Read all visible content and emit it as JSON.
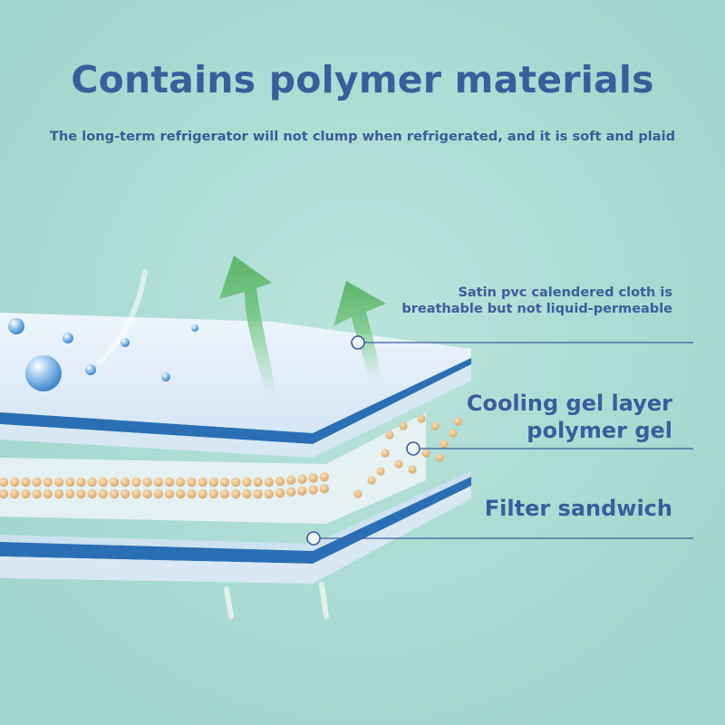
{
  "title": "Contains polymer materials",
  "subtitle": "The long-term refrigerator will not clump when refrigerated, and it is soft and plaid",
  "callouts": [
    {
      "lines": [
        "Satin pvc calendered cloth is",
        "breathable but not liquid-permeable"
      ]
    },
    {
      "lines": [
        "Cooling gel layer",
        "polymer gel"
      ]
    },
    {
      "lines": [
        "Filter sandwich"
      ]
    }
  ],
  "colors": {
    "background": "#a9dbd2",
    "text": "#3b5d9c",
    "layer_fabric": "#e6f0fa",
    "stripe": "#2a6fb4",
    "gel_bead": "#e7c18c",
    "arrow": "#6cbf78",
    "leader_line": "#3b5d9c"
  }
}
